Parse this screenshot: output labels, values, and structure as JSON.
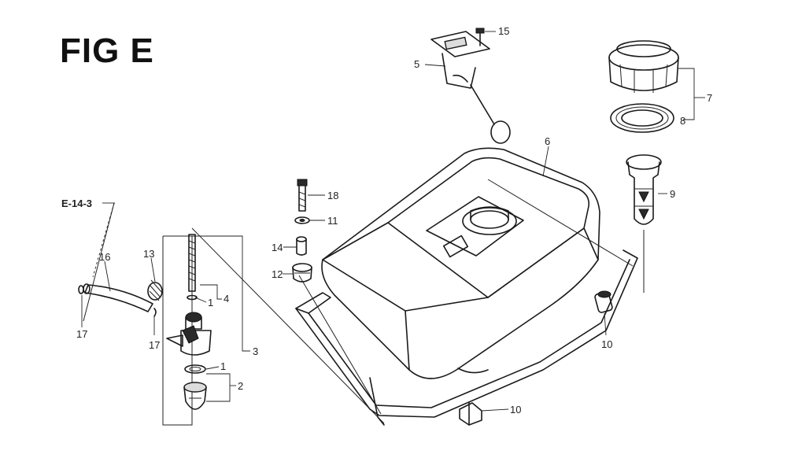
{
  "figure_title": "FIG E",
  "reference": "E-14-3",
  "callouts": {
    "c1a": "1",
    "c1b": "1",
    "c2": "2",
    "c3": "3",
    "c4": "4",
    "c5": "5",
    "c6": "6",
    "c7": "7",
    "c8": "8",
    "c9": "9",
    "c10a": "10",
    "c10b": "10",
    "c11": "11",
    "c12": "12",
    "c13": "13",
    "c14": "14",
    "c15": "15",
    "c16": "16",
    "c17a": "17",
    "c17b": "17",
    "c18": "18"
  }
}
